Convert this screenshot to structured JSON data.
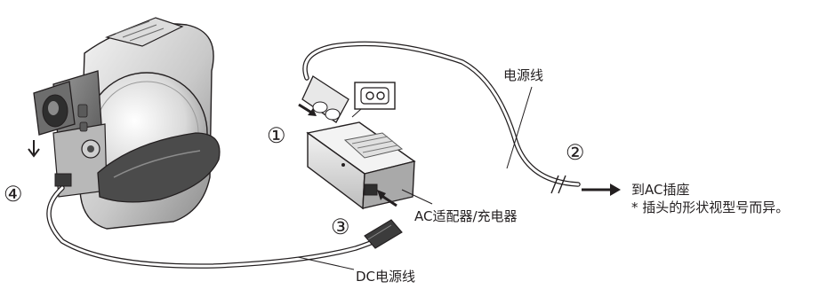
{
  "labels": {
    "power_cord": "电源线",
    "ac_adapter": "AC适配器/充电器",
    "dc_cable": "DC电源线",
    "to_outlet": "到AC插座",
    "plug_note": "* 插头的形状视型号而异。"
  },
  "steps": [
    "①",
    "②",
    "③",
    "④"
  ],
  "icons": {
    "camcorder": "camcorder-icon",
    "adapter": "ac-adapter-icon",
    "plug": "power-plug-icon",
    "socket_symbol": "plug-socket-icon",
    "arrow": "arrow-right-icon"
  }
}
